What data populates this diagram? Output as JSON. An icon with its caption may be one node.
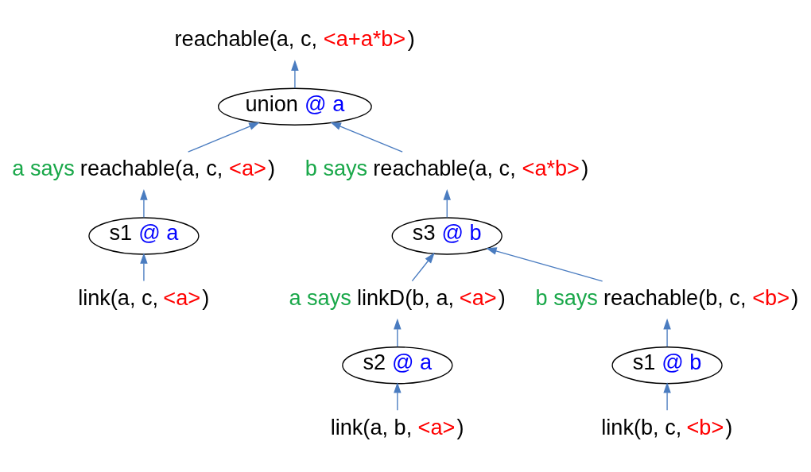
{
  "diagram": {
    "nodes": [
      {
        "text": [
          "reachable(a, c, <a+a*b>)"
        ]
      },
      {
        "text": [
          "union @ a"
        ]
      },
      {
        "text": [
          "a says reachable(a, c, <a>)"
        ]
      },
      {
        "text": [
          "b says reachable(a, c, <a*b>)"
        ]
      },
      {
        "text": [
          "s1 @ a"
        ]
      },
      {
        "text": [
          "s3 @ b"
        ]
      },
      {
        "text": [
          "link(a, c, <a>)"
        ]
      },
      {
        "text": [
          "a says linkD(b, a, <a>)"
        ]
      },
      {
        "text": [
          "b says reachable(b, c, <b>)"
        ]
      },
      {
        "text": [
          "s2 @ a"
        ]
      },
      {
        "text": [
          "s1 @ b"
        ]
      },
      {
        "text": [
          "link(a, b, <a>)"
        ]
      },
      {
        "text": [
          "link(b, c, <b>)"
        ]
      }
    ],
    "edges": [
      {
        "from": 1,
        "to": 0,
        "arrow": "to"
      },
      {
        "from": 2,
        "to": 1,
        "arrow": "to"
      },
      {
        "from": 3,
        "to": 1,
        "arrow": "to"
      },
      {
        "from": 4,
        "to": 2,
        "arrow": "to"
      },
      {
        "from": 5,
        "to": 3,
        "arrow": "to"
      },
      {
        "from": 6,
        "to": 4,
        "arrow": "to"
      },
      {
        "from": 7,
        "to": 5,
        "arrow": "to"
      },
      {
        "from": 8,
        "to": 5,
        "arrow": "to"
      },
      {
        "from": 9,
        "to": 7,
        "arrow": "to"
      },
      {
        "from": 10,
        "to": 8,
        "arrow": "to"
      },
      {
        "from": 11,
        "to": 9,
        "arrow": "to"
      },
      {
        "from": 12,
        "to": 10,
        "arrow": "to"
      }
    ]
  }
}
